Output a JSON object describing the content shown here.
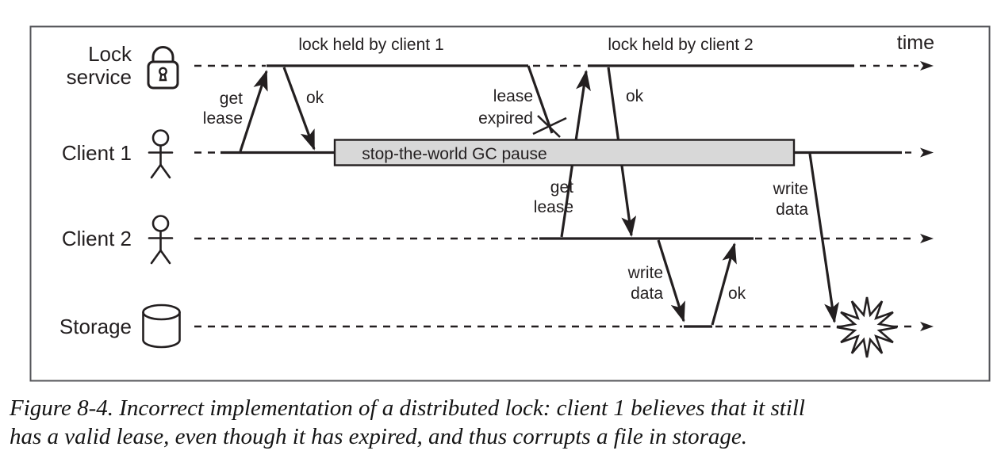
{
  "figure": {
    "type": "sequence-diagram",
    "colors": {
      "ink": "#231f20",
      "gc_box_fill": "#d8d8d8",
      "frame_border": "#55565a"
    },
    "lanes": [
      {
        "label_line1": "Lock",
        "label_line2": "service",
        "icon": "padlock"
      },
      {
        "label": "Client 1",
        "icon": "person"
      },
      {
        "label": "Client 2",
        "icon": "person"
      },
      {
        "label": "Storage",
        "icon": "database-cylinder"
      }
    ],
    "annotations": {
      "time": "time",
      "lock_held_by_client_1": "lock held by client 1",
      "lock_held_by_client_2": "lock held by client 2",
      "get": "get",
      "lease": "lease",
      "ok": "ok",
      "lease_expired_line1": "lease",
      "lease_expired_line2": "expired",
      "gc_pause": "stop-the-world GC pause",
      "write": "write",
      "data": "data"
    }
  },
  "caption": {
    "line1": "Figure 8-4. Incorrect implementation of a distributed lock: client 1 believes that it still",
    "line2": "has a valid lease, even though it has expired, and thus corrupts a file in storage."
  }
}
